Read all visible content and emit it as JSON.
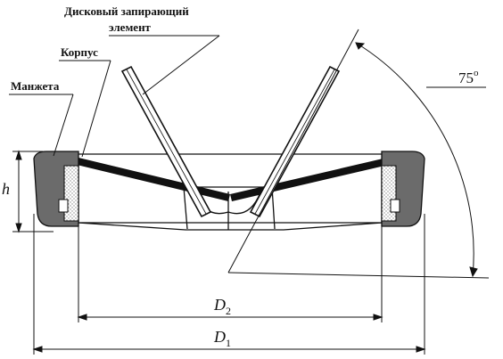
{
  "labels": {
    "disc_line1": "Дисковый запирающий",
    "disc_line2": "элемент",
    "body": "Корпус",
    "cuff": "Манжета"
  },
  "dimensions": {
    "height": "h",
    "d2_main": "D",
    "d2_sub": "2",
    "d1_main": "D",
    "d1_sub": "1",
    "angle_value": "75",
    "angle_unit": "o"
  },
  "colors": {
    "line": "#111111",
    "cuff_fill": "#6b6b6b",
    "dots": "#8a8a8a"
  }
}
